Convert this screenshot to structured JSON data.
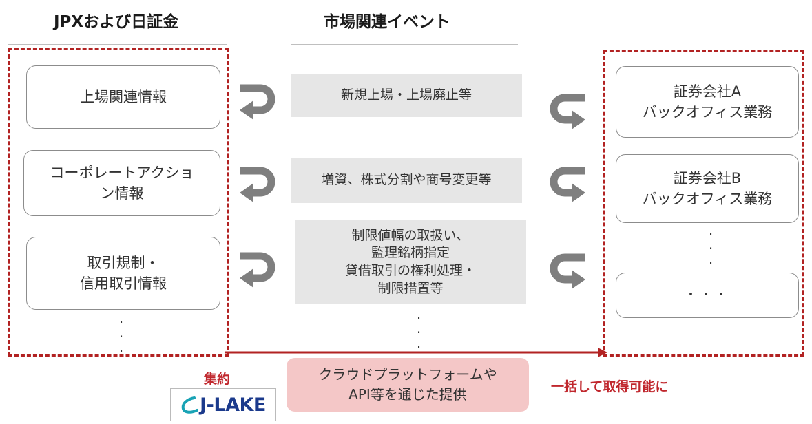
{
  "headers": {
    "left": "JPXおよび日証金",
    "center": "市場関連イベント"
  },
  "left_items": [
    "上場関連情報",
    "コーポレートアクショ\nン情報",
    "取引規制・\n信用取引情報"
  ],
  "center_items": [
    "新規上場・上場廃止等",
    "増資、株式分割や商号変更等",
    "制限値幅の取扱い、\n監理銘柄指定\n貸借取引の権利処理・\n制限措置等"
  ],
  "right_items": [
    "証券会社A\nバックオフィス業務",
    "証券会社B\nバックオフィス業務",
    "・・・"
  ],
  "ellipsis": ".\n.\n.",
  "bottom": {
    "aggregate_label": "集約",
    "logo_text": "J-LAKE",
    "cloud_label": "クラウドプラットフォームや\nAPI等を通じた提供",
    "bulk_label": "一括して取得可能に"
  },
  "colors": {
    "accent_red": "#b22222",
    "arrow_gray": "#7f7f7f",
    "event_box": "#e6e6e6",
    "cloud_box": "#f4c7c7",
    "logo_blue": "#1b3a8c",
    "logo_teal": "#19a3b5"
  }
}
